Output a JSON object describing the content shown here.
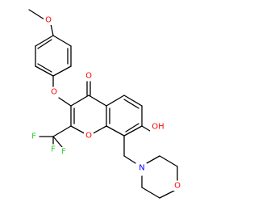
{
  "molecule": {
    "atom_labels": {
      "methoxy_o": "O",
      "ether_o": "O",
      "carbonyl_o": "O",
      "ring_o": "O",
      "hydroxyl": "OH",
      "f_left": "F",
      "f_mid": "F",
      "f_low": "F",
      "morpholine_n": "N",
      "morpholine_o": "O"
    },
    "colors": {
      "oxygen": "#ff0000",
      "nitrogen": "#0000ff",
      "fluorine": "#33cc33",
      "bond": "#000000"
    }
  }
}
